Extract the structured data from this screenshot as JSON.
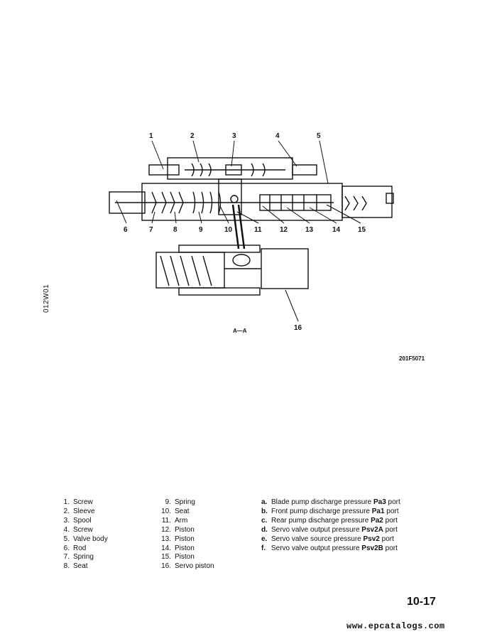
{
  "side_code": "012W01",
  "figure": {
    "callouts": [
      "1",
      "2",
      "3",
      "4",
      "5",
      "6",
      "7",
      "8",
      "9",
      "10",
      "11",
      "12",
      "13",
      "14",
      "15",
      "16"
    ],
    "section_label": "A—A",
    "figure_code": "201F5071"
  },
  "parts_col1": [
    {
      "num": "1.",
      "name": "Screw"
    },
    {
      "num": "2.",
      "name": "Sleeve"
    },
    {
      "num": "3.",
      "name": "Spool"
    },
    {
      "num": "4.",
      "name": "Screw"
    },
    {
      "num": "5.",
      "name": "Valve body"
    },
    {
      "num": "6.",
      "name": "Rod"
    },
    {
      "num": "7.",
      "name": "Spring"
    },
    {
      "num": "8.",
      "name": "Seat"
    }
  ],
  "parts_col2": [
    {
      "num": "9.",
      "name": "Spring"
    },
    {
      "num": "10.",
      "name": "Seat"
    },
    {
      "num": "11.",
      "name": "Arm"
    },
    {
      "num": "12.",
      "name": "Piston"
    },
    {
      "num": "13.",
      "name": "Piston"
    },
    {
      "num": "14.",
      "name": "Piston"
    },
    {
      "num": "15.",
      "name": "Piston"
    },
    {
      "num": "16.",
      "name": "Servo piston"
    }
  ],
  "ports": [
    {
      "letter": "a.",
      "text": "Blade pump discharge pressure ",
      "code": "Pa3",
      "suffix": " port"
    },
    {
      "letter": "b.",
      "text": "Front pump discharge pressure ",
      "code": "Pa1",
      "suffix": " port"
    },
    {
      "letter": "c.",
      "text": "Rear pump discharge pressure ",
      "code": "Pa2",
      "suffix": " port"
    },
    {
      "letter": "d.",
      "text": "Servo valve output pressure ",
      "code": "Psv2A",
      "suffix": " port"
    },
    {
      "letter": "e.",
      "text": "Servo valve source pressure ",
      "code": "Psv2",
      "suffix": " port"
    },
    {
      "letter": "f.",
      "text": "Servo valve output pressure ",
      "code": "Psv2B",
      "suffix": " port"
    }
  ],
  "page_number": "10-17",
  "footer_url": "www.epcatalogs.com"
}
